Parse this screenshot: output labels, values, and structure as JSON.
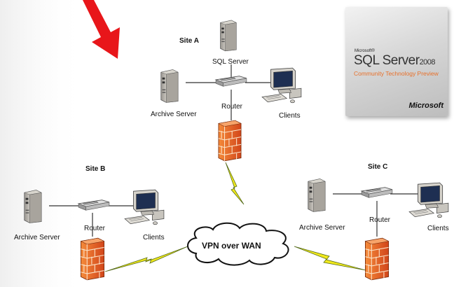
{
  "sites": {
    "a": {
      "title": "Site A",
      "sql_server": "SQL Server",
      "archive_server": "Archive Server",
      "router": "Router",
      "clients": "Clients"
    },
    "b": {
      "title": "Site B",
      "archive_server": "Archive Server",
      "router": "Router",
      "clients": "Clients"
    },
    "c": {
      "title": "Site C",
      "archive_server": "Archive Server",
      "router": "Router",
      "clients": "Clients"
    }
  },
  "network": {
    "vpn_label": "VPN over WAN"
  },
  "logo": {
    "small_text": "Microsoft®",
    "product": "SQL Server",
    "version": "2008",
    "subtitle": "Community Technology Preview",
    "brand": "Microsoft"
  },
  "colors": {
    "arrow": "#e8161a",
    "firewall": "#e8601c",
    "lightning": "#f0e81c",
    "logo_accent": "#e8702a"
  },
  "icons": [
    "server-tower-icon",
    "router-icon",
    "computer-client-icon",
    "firewall-icon",
    "lightning-link-icon",
    "cloud-icon",
    "arrow-icon"
  ]
}
